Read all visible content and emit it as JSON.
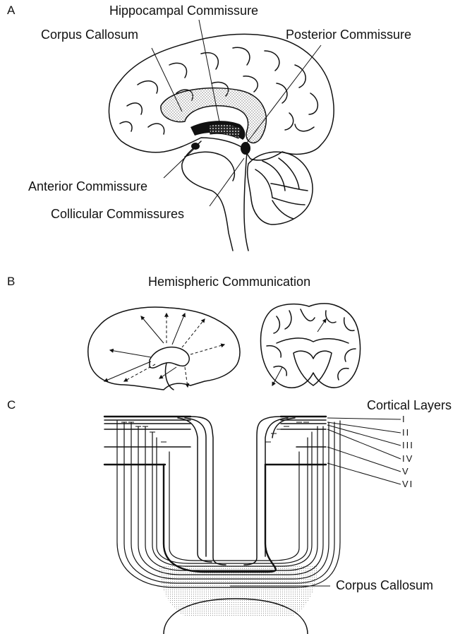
{
  "panels": {
    "a": {
      "letter": "A",
      "labels": {
        "hippocampal": "Hippocampal Commissure",
        "corpus_callosum": "Corpus Callosum",
        "posterior": "Posterior Commissure",
        "anterior": "Anterior Commissure",
        "collicular": "Collicular Commissures"
      }
    },
    "b": {
      "letter": "B",
      "title": "Hemispheric Communication"
    },
    "c": {
      "letter": "C",
      "layers_title": "Cortical Layers",
      "layers": [
        "I",
        "II",
        "III",
        "IV",
        "V",
        "VI"
      ],
      "corpus_callosum": "Corpus Callosum"
    }
  },
  "colors": {
    "ink": "#111111",
    "stipple": "#888888",
    "background": "#ffffff"
  }
}
